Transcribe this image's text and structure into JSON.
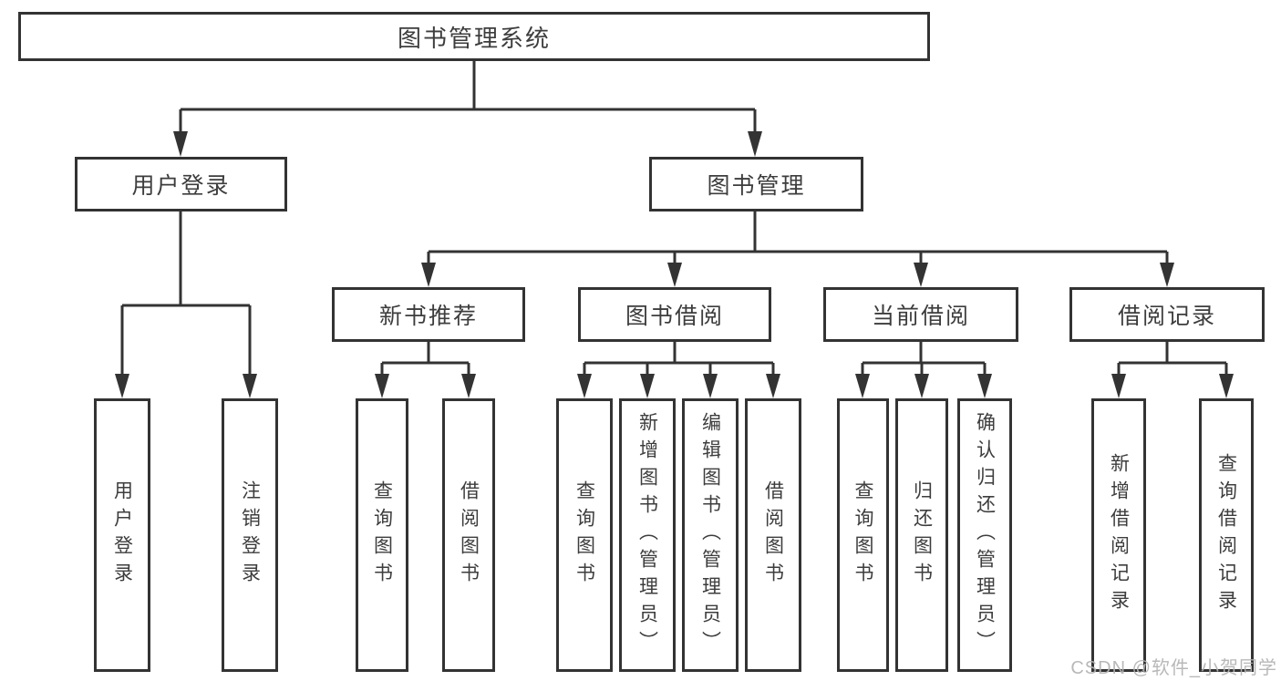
{
  "tree": {
    "label": "图书管理系统",
    "children": [
      {
        "label": "用户登录",
        "children": [
          {
            "label": "用户登录"
          },
          {
            "label": "注销登录"
          }
        ]
      },
      {
        "label": "图书管理",
        "children": [
          {
            "label": "新书推荐",
            "children": [
              {
                "label": "查询图书"
              },
              {
                "label": "借阅图书"
              }
            ]
          },
          {
            "label": "图书借阅",
            "children": [
              {
                "label": "查询图书"
              },
              {
                "label": "新增图书（管理员）"
              },
              {
                "label": "编辑图书（管理员）"
              },
              {
                "label": "借阅图书"
              }
            ]
          },
          {
            "label": "当前借阅",
            "children": [
              {
                "label": "查询图书"
              },
              {
                "label": "归还图书"
              },
              {
                "label": "确认归还（管理员）"
              }
            ]
          },
          {
            "label": "借阅记录",
            "children": [
              {
                "label": "新增借阅记录"
              },
              {
                "label": "查询借阅记录"
              }
            ]
          }
        ]
      }
    ]
  },
  "watermark": {
    "text": "CSDN @软件_小贺同学"
  },
  "colors": {
    "line": "#333333",
    "box_border": "#333333",
    "text": "#3d3d3d",
    "background": "#ffffff",
    "watermark": "#b3b3b3"
  }
}
